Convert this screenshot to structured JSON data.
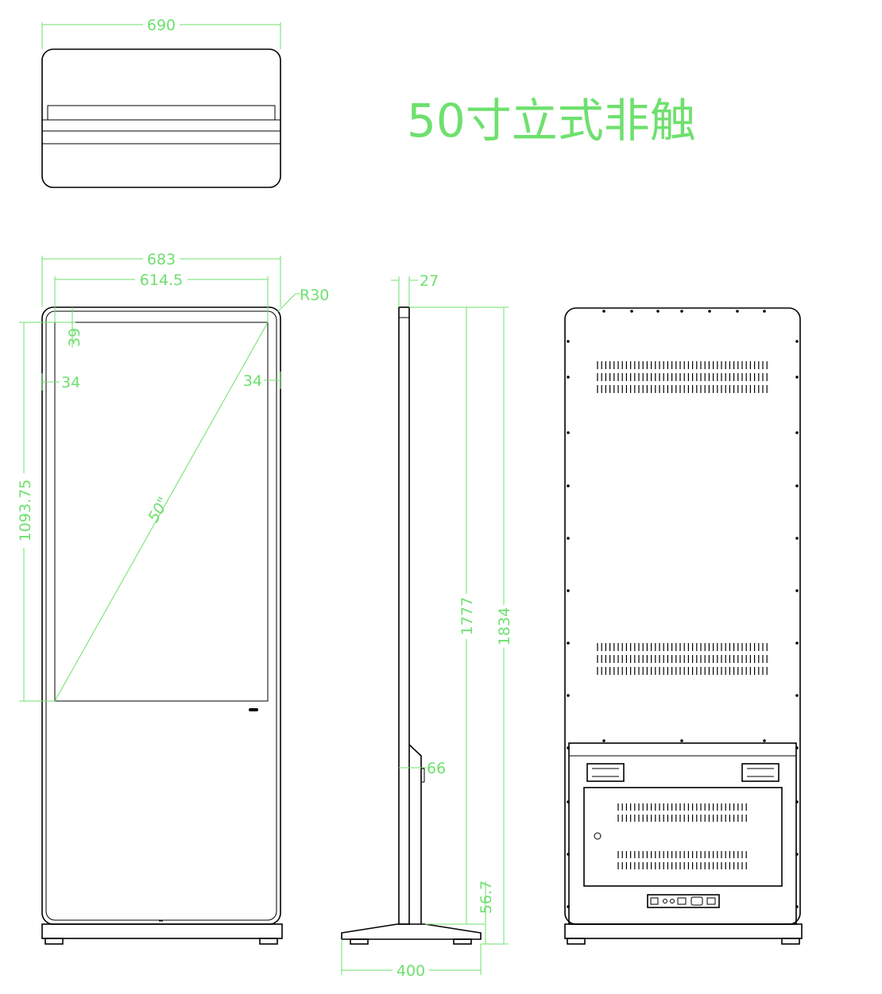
{
  "title": "50寸立式非触",
  "dimensions": {
    "top_width": "690",
    "front_width": "683",
    "screen_width": "614.5",
    "corner_radius": "R30",
    "bezel_top": "39",
    "bezel_left": "34",
    "bezel_right": "34",
    "screen_height": "1093.75",
    "diagonal": "50\"",
    "depth": "27",
    "body_height": "1777",
    "total_height": "1834",
    "back_offset": "66",
    "base_height": "56.7",
    "base_depth": "400"
  },
  "colors": {
    "dimension": "#6ee06e",
    "outline": "#000000",
    "background": "#ffffff"
  }
}
